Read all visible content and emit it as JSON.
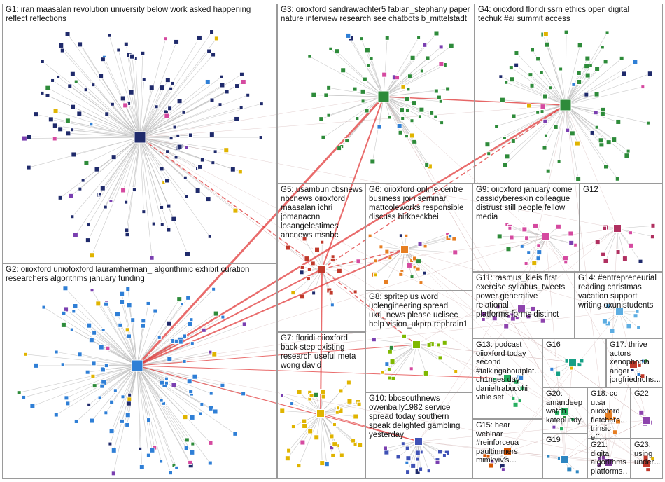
{
  "colors": {
    "edge_gray": "#bdbdbd",
    "edge_red": "#e23b3b",
    "node_navy": "#1f2a6b",
    "node_blue": "#2f7fd6",
    "node_green": "#2e8b3a",
    "node_yellow": "#e0b400",
    "node_purple": "#7a3fb0",
    "node_pink": "#d54aa0",
    "box_border": "#9a9a9a"
  },
  "groups": [
    {
      "id": "G1",
      "label": "G1: iran maasalan revolution university below work asked happening\nreflect reflections",
      "node_color": "#1f2a6b",
      "node_count": 140
    },
    {
      "id": "G3",
      "label": "G3: oiioxford sandrawachter5 fabian_stephany paper\nnature interview research see chatbots b_mittelstadt",
      "node_color": "#2e8b3a",
      "node_count": 70
    },
    {
      "id": "G4",
      "label": "G4: oiioxford floridi ssrn ethics open digital\ntechuk #ai summit access",
      "node_color": "#2e8b3a",
      "node_count": 75
    },
    {
      "id": "G5",
      "label": "G5: usambun cbsnews\nnbcnews oiioxford\nmaasalan ichri\njomanacnn\nlosangelestimes\nancnews msnbc",
      "node_color": "#c0392b",
      "node_count": 22
    },
    {
      "id": "G6",
      "label": "G6: oiioxford online centre\nbusiness join seminar\nmattcoleworks responsible\ndiscuss birkbeckbei",
      "node_color": "#e67e22",
      "node_count": 28
    },
    {
      "id": "G9",
      "label": "G9: oiioxford january come\ncassidybereskin colleague\ndistrust still people fellow\nmedia",
      "node_color": "#d54aa0",
      "node_count": 22
    },
    {
      "id": "G12",
      "label": "G12",
      "node_color": "#b03060",
      "node_count": 12
    },
    {
      "id": "G2",
      "label": "G2: oiioxford uniofoxford lauramherman_ algorithmic exhibit curation\nresearchers algorithms january funding",
      "node_color": "#2f7fd6",
      "node_count": 130
    },
    {
      "id": "G8",
      "label": "G8: spriteplus word\nuclengineering spread\nukri_news please uclisec\nhelp vision_ukprp rephrain1",
      "node_color": "#7fb800",
      "node_count": 18
    },
    {
      "id": "G11",
      "label": "G11: rasmus_kleis first\nexercise syllabus_tweets\npower generative relational\nplatforms forms distinct",
      "node_color": "#8e44ad",
      "node_count": 12
    },
    {
      "id": "G14",
      "label": "G14: #entrepreneurial\nreading christmas\nvacation support\nwriting oxunistudents",
      "node_color": "#5dade2",
      "node_count": 8
    },
    {
      "id": "G7",
      "label": "G7: floridi oiioxford\nback step existing\nresearch useful meta\nwong david",
      "node_color": "#e0b400",
      "node_count": 40
    },
    {
      "id": "G13",
      "label": "G13: podcast\noiioxford today\nsecond\n#talkingaboutplat…\nch1nges day\ndanieltrabucchi\nvitile set",
      "node_color": "#27ae60",
      "node_count": 8
    },
    {
      "id": "G16",
      "label": "G16",
      "node_color": "#16a085",
      "node_count": 6
    },
    {
      "id": "G17",
      "label": "G17: thrive\nactors\nxenophobia\nanger\njorgfriedrichs…",
      "node_color": "#c0392b",
      "node_count": 6
    },
    {
      "id": "G10",
      "label": "G10: bbcsouthnews\nowenbaily1982 service\nspread today southern\nspeak delighted gambling\nyesterday",
      "node_color": "#3f51b5",
      "node_count": 20
    },
    {
      "id": "G20",
      "label": "G20:\namandeep\nwatch\nkatepundy…",
      "node_color": "#27ae60",
      "node_count": 5
    },
    {
      "id": "G18",
      "label": "G18: co\nutsa\noiioxford\nfletchers…\ntrinsic eff…",
      "node_color": "#e67e22",
      "node_count": 4
    },
    {
      "id": "G22",
      "label": "G22",
      "node_color": "#8e44ad",
      "node_count": 3
    },
    {
      "id": "G15",
      "label": "G15: hear\nwebinar\n#reinforceua\npaultimmers\nmimkyiv's…",
      "node_color": "#d35400",
      "node_count": 6
    },
    {
      "id": "G19",
      "label": "G19",
      "node_color": "#2e86c1",
      "node_count": 4
    },
    {
      "id": "G21",
      "label": "G21: digital\nalgorithms\nplatforms…",
      "node_color": "#7d3c98",
      "node_count": 3
    },
    {
      "id": "G23",
      "label": "G23:\nusing\nunder…",
      "node_color": "#c0392b",
      "node_count": 3
    }
  ]
}
